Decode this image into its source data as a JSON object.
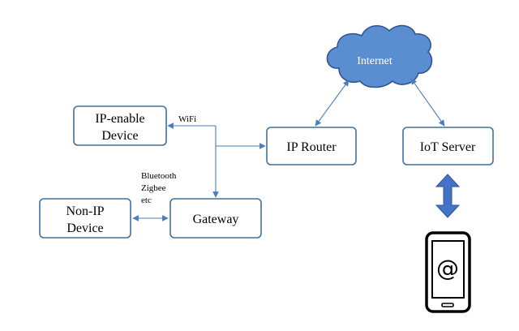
{
  "nodes": {
    "ip_device": {
      "line1": "IP-enable",
      "line2": "Device"
    },
    "non_ip_device": {
      "line1": "Non-IP",
      "line2": "Device"
    },
    "gateway": {
      "label": "Gateway"
    },
    "ip_router": {
      "label": "IP Router"
    },
    "iot_server": {
      "label": "IoT Server"
    },
    "internet": {
      "label": "Internet"
    }
  },
  "edges": {
    "wifi": "WiFi",
    "bluetooth": "Bluetooth",
    "zigbee": "Zigbee",
    "etc": "etc"
  },
  "phone": {
    "symbol": "@"
  },
  "colors": {
    "box_stroke": "#41719c",
    "arrow": "#4a7ebb",
    "cloud_fill": "#5b8ed0",
    "cloud_stroke": "#2f5597",
    "big_arrow": "#4472c4"
  }
}
